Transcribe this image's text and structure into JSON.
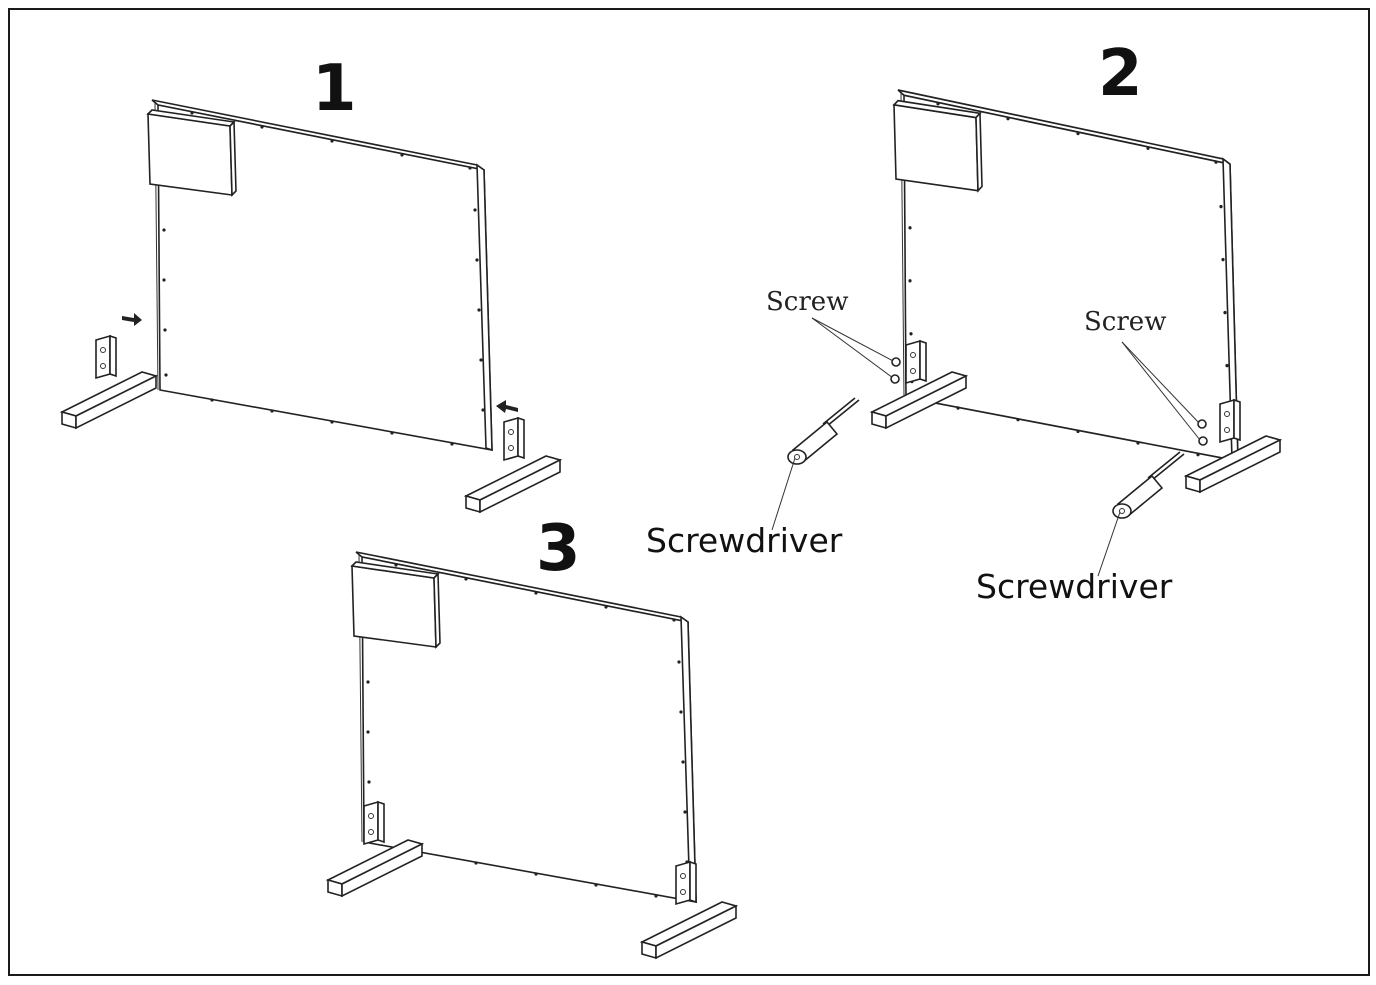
{
  "steps": [
    {
      "number": "1"
    },
    {
      "number": "2",
      "labels": {
        "screw_left": "Screw",
        "screw_right": "Screw",
        "driver_left": "Screwdriver",
        "driver_right": "Screwdriver"
      }
    },
    {
      "number": "3"
    }
  ],
  "colors": {
    "line": "#222222",
    "background": "#ffffff"
  }
}
